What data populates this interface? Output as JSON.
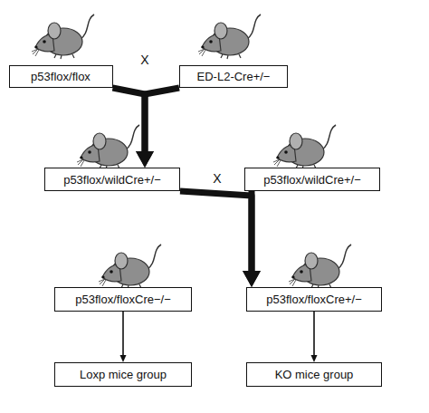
{
  "diagram": {
    "nodes": [
      {
        "text": [
          "p53flox/flox"
        ]
      },
      {
        "text": [
          "ED-L2-Cre+/−"
        ]
      },
      {
        "text": [
          "p53flox/wildCre+/−"
        ]
      },
      {
        "text": [
          "p53flox/wildCre+/−"
        ]
      },
      {
        "text": [
          "p53flox/floxCre−/−"
        ]
      },
      {
        "text": [
          "p53flox/floxCre+/−"
        ]
      },
      {
        "text": [
          "Loxp mice group"
        ]
      },
      {
        "text": [
          "KO mice group"
        ]
      }
    ],
    "edges": [
      {
        "from": 0,
        "to": 2,
        "arrow": "to"
      },
      {
        "from": 1,
        "to": 2,
        "arrow": "to"
      },
      {
        "from": 2,
        "to": 5,
        "arrow": "to"
      },
      {
        "from": 3,
        "to": 5,
        "arrow": "to"
      },
      {
        "from": 4,
        "to": 6,
        "arrow": "to"
      },
      {
        "from": 5,
        "to": 7,
        "arrow": "to"
      }
    ],
    "labels": [
      "X",
      "X"
    ]
  }
}
